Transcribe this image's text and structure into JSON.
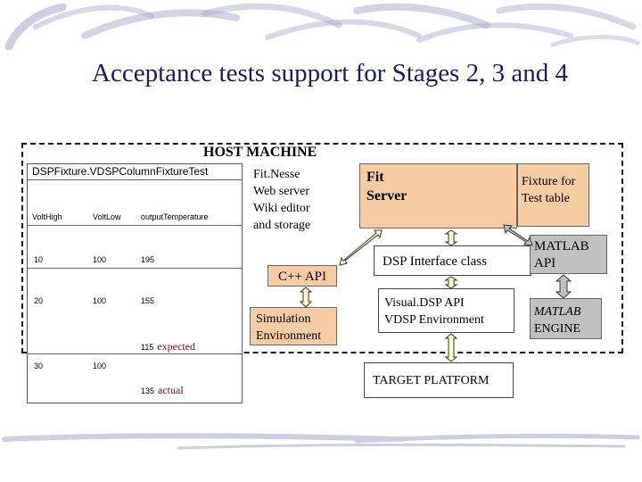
{
  "slide": {
    "title": "Acceptance tests support for Stages 2, 3 and 4",
    "host_label": "HOST MACHINE"
  },
  "fixture_table": {
    "title": "DSPFixture.VDSPColumnFixtureTest",
    "headers": [
      "VoltHigh",
      "VoltLow",
      "outputTemperature"
    ],
    "rows": [
      {
        "volt_high": "10",
        "volt_low": "100",
        "output": "195"
      },
      {
        "volt_high": "20",
        "volt_low": "100",
        "output": "155"
      },
      {
        "volt_high": "30",
        "volt_low": "100",
        "output": ""
      }
    ],
    "expected_value": "115",
    "expected_label": "expected",
    "actual_value": "135",
    "actual_label": "actual"
  },
  "boxes": {
    "fitnesse": [
      "Fit.Nesse",
      "Web server",
      "Wiki editor",
      "and storage"
    ],
    "fit_server": [
      "Fit",
      "Server"
    ],
    "fixture_for": [
      "Fixture for",
      "Test table"
    ],
    "cpp_api": "C++ API",
    "dsp_interface": "DSP Interface class",
    "matlab_api": [
      "MATLAB",
      "API"
    ],
    "simulation": [
      "Simulation",
      "Environment"
    ],
    "visual_dsp": [
      "Visual.DSP API",
      "VDSP Environment"
    ],
    "matlab_engine": [
      "MATLAB",
      "ENGINE"
    ],
    "target_platform": "TARGET  PLATFORM"
  },
  "colors": {
    "title": "#1a1a5e",
    "orange_box": "#f7cba3",
    "gray_box": "#c0c0c0",
    "arrow_fill": "#ffffcc",
    "swoosh": "#a6a8c8",
    "expected_text": "#7a0a0a"
  }
}
